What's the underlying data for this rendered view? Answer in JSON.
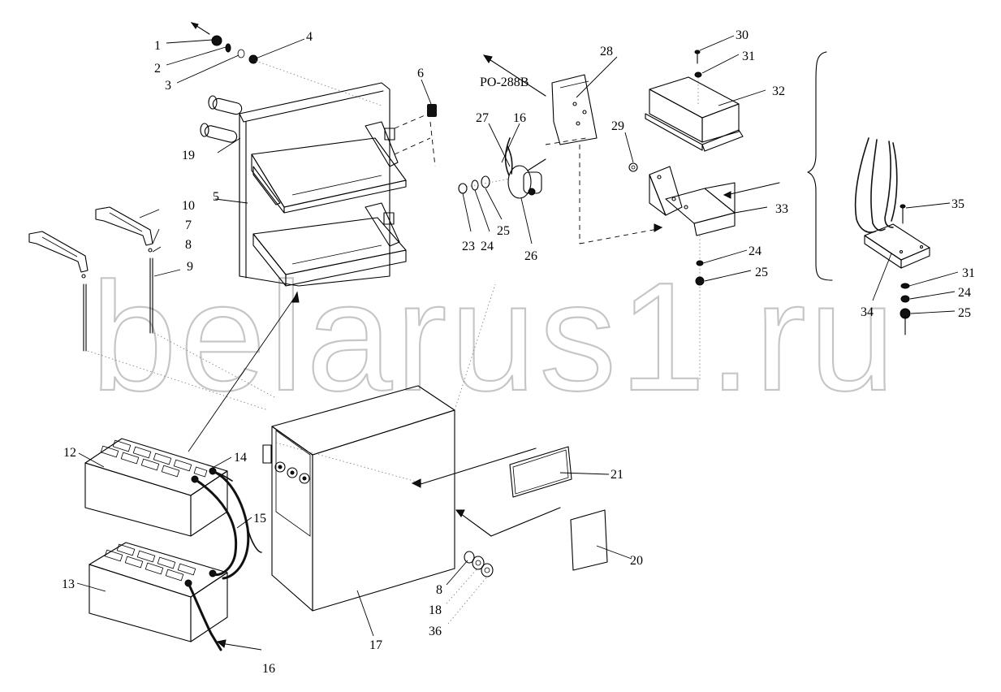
{
  "watermark": "belarus1.ru",
  "reference": "PO-288B",
  "labels": {
    "p1": "1",
    "p2": "2",
    "p3": "3",
    "p4": "4",
    "p5": "5",
    "p6": "6",
    "p7": "7",
    "p8": "8",
    "p8b": "8",
    "p9": "9",
    "p10": "10",
    "p12": "12",
    "p13": "13",
    "p14": "14",
    "p15": "15",
    "p16a": "16",
    "p16b": "16",
    "p17": "17",
    "p18": "18",
    "p19": "19",
    "p20": "20",
    "p21": "21",
    "p23": "23",
    "p24a": "24",
    "p24b": "24",
    "p24c": "24",
    "p25a": "25",
    "p25b": "25",
    "p25c": "25",
    "p26": "26",
    "p27": "27",
    "p28": "28",
    "p29": "29",
    "p30": "30",
    "p31a": "31",
    "p31b": "31",
    "p32": "32",
    "p33": "33",
    "p34": "34",
    "p35": "35",
    "p36": "36"
  }
}
